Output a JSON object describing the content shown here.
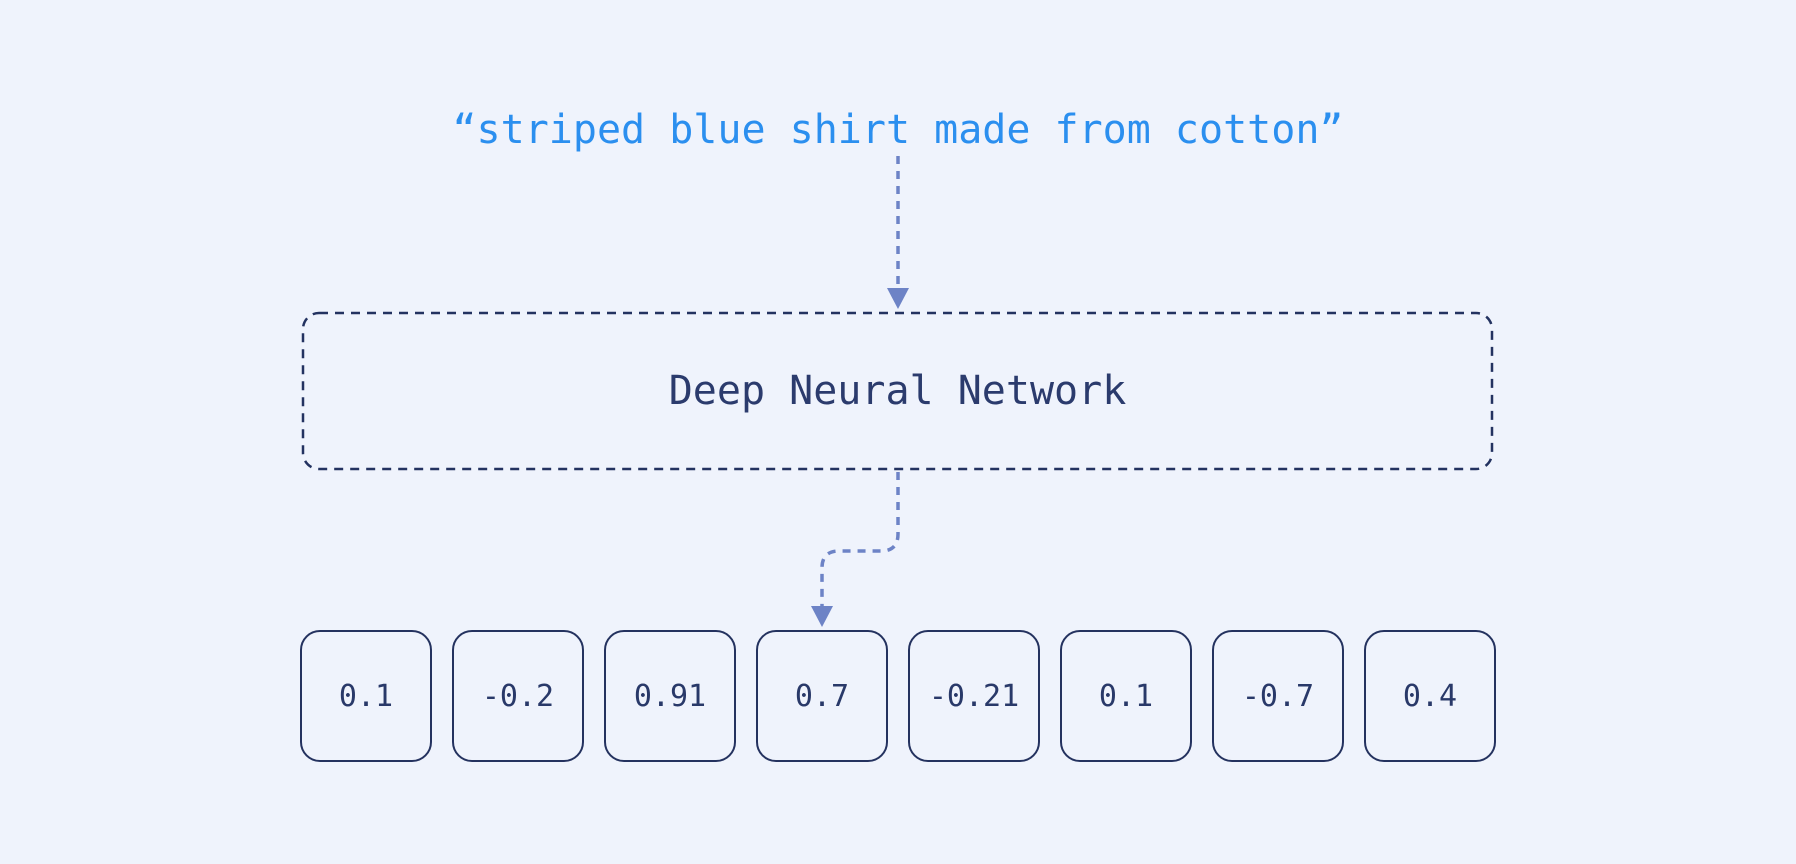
{
  "diagram": {
    "input_text": "“striped blue shirt made from cotton”",
    "model_label": "Deep Neural Network",
    "embedding_values": [
      "0.1",
      "-0.2",
      "0.91",
      "0.7",
      "-0.21",
      "0.1",
      "-0.7",
      "0.4"
    ]
  },
  "colors": {
    "background": "#eff3fc",
    "input_text_blue": "#2b8fef",
    "navy_text": "#2b3b6d",
    "box_border_navy": "#24325f",
    "dashed_box_border": "#233260",
    "arrow_slate_blue": "#6d83c6"
  }
}
